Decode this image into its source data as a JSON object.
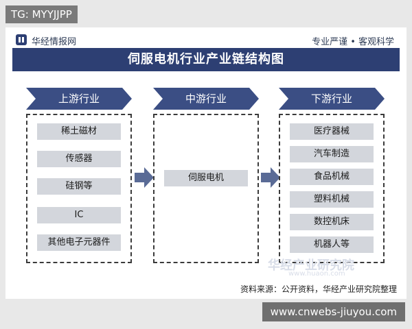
{
  "overlay": {
    "top_tag": "TG: MYYJJPP",
    "bottom_tag": "www.cnwebs-jiuyou.com"
  },
  "header": {
    "brand": "华经情报网",
    "slogan": "专业严谨 • 客观科学",
    "title": "伺服电机行业产业链结构图"
  },
  "chain": {
    "upstream": {
      "label": "上游行业",
      "items": [
        "稀土磁材",
        "传感器",
        "硅钢等",
        "IC",
        "其他电子元器件"
      ]
    },
    "midstream": {
      "label": "中游行业",
      "items": [
        "伺服电机"
      ]
    },
    "downstream": {
      "label": "下游行业",
      "items": [
        "医疗器械",
        "汽车制造",
        "食品机械",
        "塑料机械",
        "数控机床",
        "机器人等"
      ]
    }
  },
  "watermark": {
    "name": "华经产业研究院",
    "url": "www.huaon.com"
  },
  "footer": {
    "source": "资料来源：公开资料，华经产业研究院整理"
  },
  "colors": {
    "title_bg": "#2d3f73",
    "header_bg": "#3b4e84",
    "item_bg": "#d3d6dc",
    "arrow": "#5a6b96"
  }
}
